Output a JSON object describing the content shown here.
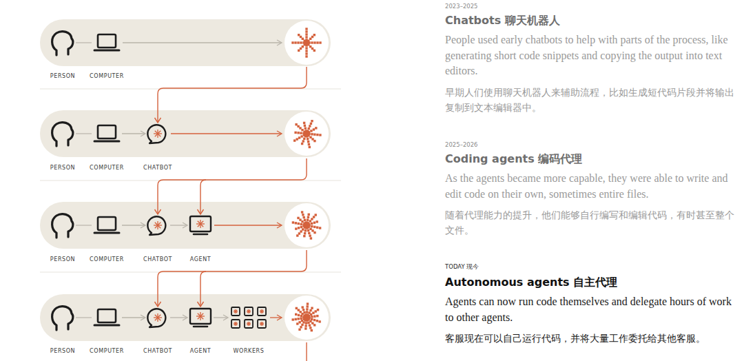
{
  "diagram": {
    "labels": [
      "PERSON",
      "COMPUTER",
      "PERSON",
      "COMPUTER",
      "CHATBOT",
      "PERSON",
      "COMPUTER",
      "CHATBOT",
      "AGENT",
      "PERSON",
      "COMPUTER",
      "CHATBOT",
      "AGENT",
      "WORKERS",
      "2023–2025",
      "Chatbots 聊天机器人",
      "People used early chatbots to help with parts of the process, like generating short code snippets and copying the output into text editors.",
      "早期人们使用聊天机器人来辅助流程，比如生成短代码片段并将输出复制到文本编辑器中。",
      "2025–2026",
      "Coding agents 编码代理",
      "As the agents became more capable, they were able to write and edit code on their own, sometimes entire files.",
      "随着代理能力的提升，他们能够自行编写和编辑代码，有时甚至整个文件。",
      "TODAY 现今",
      "Autonomous agents 自主代理",
      "Agents can now run code themselves and delegate hours of work to other agents.",
      "客服现在可以自己运行代码，并将大量工作委托给其他客服。"
    ]
  }
}
